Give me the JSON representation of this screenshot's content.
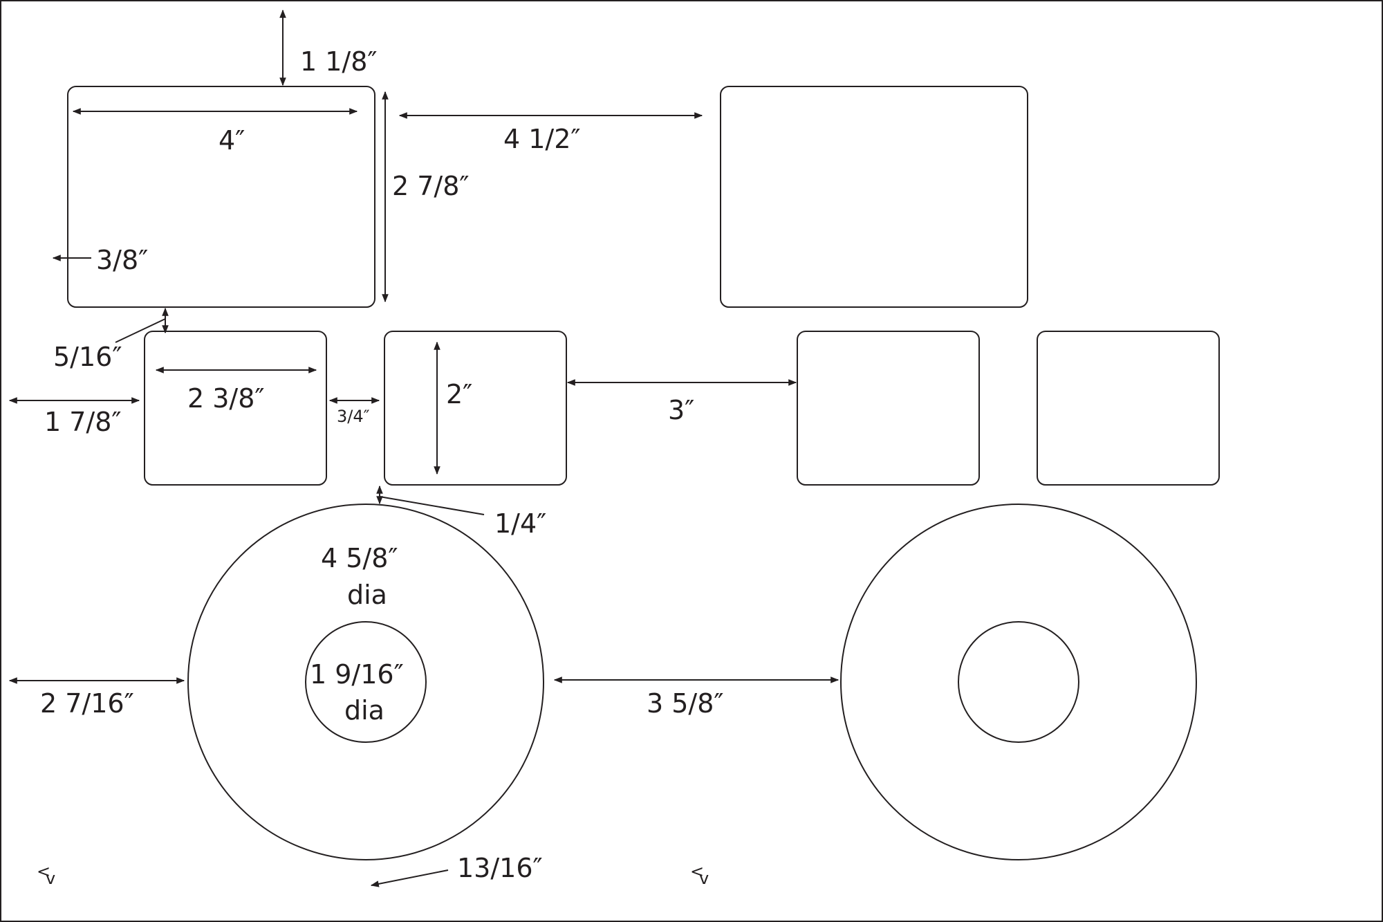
{
  "sheet": {
    "dimensions": {
      "top_margin": "1 1/8″",
      "large_width": "4″",
      "large_height": "2 7/8″",
      "large_gap": "4 1/2″",
      "corner_offset": "3/8″",
      "row_gap": "5/16″",
      "small_width": "2 3/8″",
      "left_margin_small": "1 7/8″",
      "small_gap": "3/4″",
      "small_height": "2″",
      "small_gap_wide": "3″",
      "wheel_gap_top": "1/4″",
      "wheel_outer_line1": "4 5/8″",
      "wheel_outer_line2": "dia",
      "wheel_inner_line1": "1 9/16″",
      "wheel_inner_line2": "dia",
      "left_margin_wheel": "2 7/16″",
      "wheel_gap": "3 5/8″",
      "bottom_margin": "13/16″"
    },
    "marks": [
      "<",
      "v",
      "<",
      "v"
    ],
    "colors": {
      "ink": "#231f20",
      "background": "#ffffff",
      "border": "#231f20"
    }
  }
}
